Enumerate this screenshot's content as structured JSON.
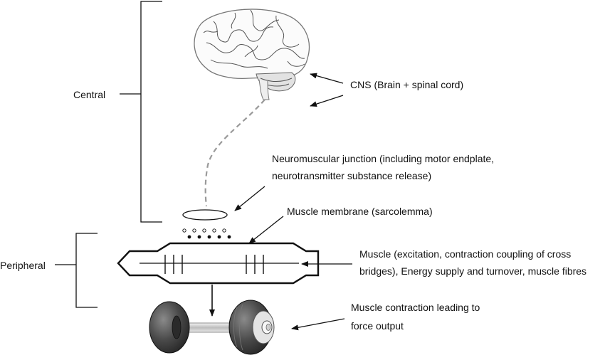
{
  "sections": {
    "central": "Central",
    "peripheral": "Peripheral"
  },
  "labels": {
    "cns": "CNS (Brain + spinal cord)",
    "nmj_line1": "Neuromuscular junction (including motor endplate,",
    "nmj_line2": "neurotransmitter substance release)",
    "membrane": "Muscle membrane (sarcolemma)",
    "muscle_line1": "Muscle (excitation, contraction coupling of cross",
    "muscle_line2": "bridges), Energy supply and turnover, muscle fibres",
    "force_line1": "Muscle contraction leading to",
    "force_line2": "force output"
  },
  "icons": [
    "brain-icon",
    "dumbbell-icon"
  ],
  "colors": {
    "line": "#111111",
    "nerve": "#9a9a9a",
    "weight_dark": "#3a3a3a",
    "weight_light": "#d8d8d8"
  }
}
